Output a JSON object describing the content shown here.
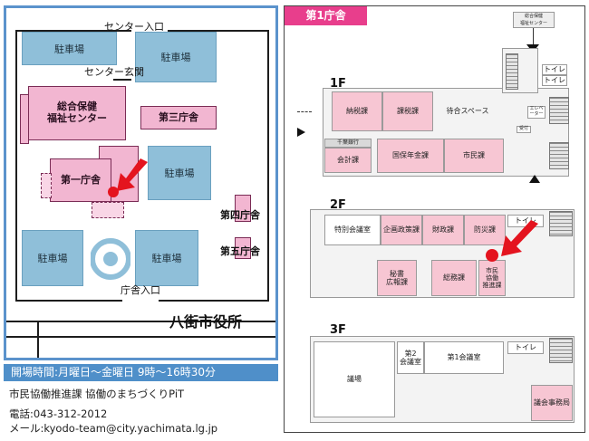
{
  "site_map": {
    "parking_label": "駐車場",
    "center_entrance": "センター入口",
    "center_hall": "センター玄関",
    "health_center": "総合保健\n福祉センター",
    "third_building": "第三庁舎",
    "first_building": "第一庁舎",
    "fourth_building": "第四庁舎",
    "fifth_building": "第五庁舎",
    "building_entrance": "庁舎入口",
    "city_hall": "八街市役所",
    "colors": {
      "parking": "#8fbfd9",
      "building": "#f2b6d1",
      "border": "#5b93cc",
      "marker": "#e4141f"
    }
  },
  "info": {
    "hours": "開場時間:月曜日～金曜日 9時～16時30分",
    "department": "市民協働推進課 協働のまちづくりPiT",
    "phone": "電話:043-312-2012",
    "email": "メール:kyodo-team@city.yachimata.lg.jp"
  },
  "floor_plan": {
    "building_tag": "第1庁舎",
    "health_center_link": "総合保健\n福祉センター",
    "floor1": {
      "label": "1F",
      "rooms": {
        "tax_payment": "納税課",
        "taxation": "課税課",
        "waiting": "待合スペース",
        "bank": "千葉銀行",
        "accounting": "会計課",
        "insurance_pension": "国保年金課",
        "citizens": "市民課",
        "toilet": "トイレ",
        "elevator": "エレベーター",
        "reception": "受付"
      }
    },
    "floor2": {
      "label": "2F",
      "rooms": {
        "special_meeting": "特別会議室",
        "planning": "企画政策課",
        "finance": "財政課",
        "disaster": "防災課",
        "toilet": "トイレ",
        "secretary_pr": "秘書\n広報課",
        "general_affairs": "総務課",
        "cooperation": "市民\n協働\n推進課"
      }
    },
    "floor3": {
      "label": "3F",
      "rooms": {
        "assembly": "議場",
        "meeting2": "第2\n会議室",
        "meeting1": "第1会議室",
        "toilet": "トイレ",
        "assembly_office": "議会事務局"
      }
    }
  }
}
